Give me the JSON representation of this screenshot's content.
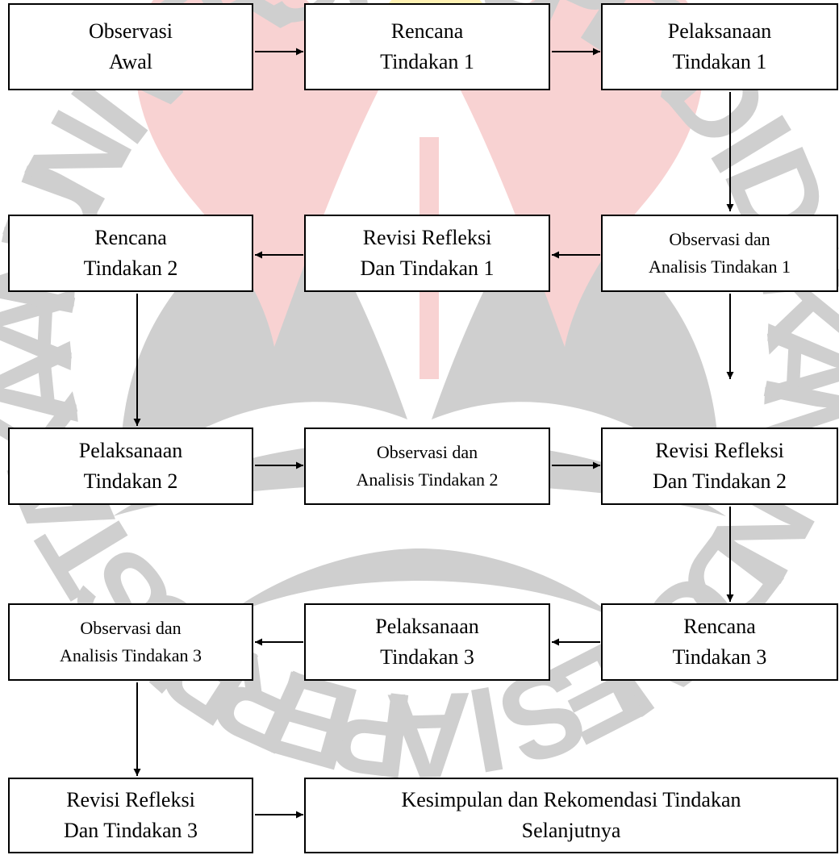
{
  "colors": {
    "box_border": "#000000",
    "box_fill": "#ffffff",
    "arrow": "#000000",
    "watermark_red": "#f8d2d2",
    "watermark_yellow": "#fff1b3",
    "watermark_gray": "#cfcfcf"
  },
  "watermark": {
    "letters": [
      "U",
      "N",
      "I",
      "V",
      "E",
      "R",
      "S",
      "I",
      "T",
      "A",
      "S",
      "P",
      "E",
      "N",
      "D",
      "I",
      "D",
      "I",
      "K",
      "A",
      "N",
      "I",
      "N",
      "D",
      "O",
      "N",
      "E",
      "S",
      "I",
      "A",
      "P",
      "E",
      "R",
      "P",
      "U",
      "S",
      "T",
      "A",
      "K",
      "A",
      "A",
      "N"
    ]
  },
  "diagram": {
    "nodes": [
      {
        "id": "observasi-awal",
        "lines": [
          "Observasi",
          "Awal"
        ]
      },
      {
        "id": "rencana-1",
        "lines": [
          "Rencana",
          "Tindakan 1"
        ]
      },
      {
        "id": "pelaksanaan-1",
        "lines": [
          "Pelaksanaan",
          "Tindakan 1"
        ]
      },
      {
        "id": "rencana-2",
        "lines": [
          "Rencana",
          "Tindakan 2"
        ]
      },
      {
        "id": "revisi-1",
        "lines": [
          "Revisi Refleksi",
          "Dan Tindakan 1"
        ]
      },
      {
        "id": "observasi-1",
        "lines": [
          "Observasi dan",
          "Analisis Tindakan 1"
        ]
      },
      {
        "id": "pelaksanaan-2",
        "lines": [
          "Pelaksanaan",
          "Tindakan 2"
        ]
      },
      {
        "id": "observasi-2",
        "lines": [
          "Observasi dan",
          "Analisis Tindakan 2"
        ]
      },
      {
        "id": "revisi-2",
        "lines": [
          "Revisi Refleksi",
          "Dan Tindakan 2"
        ]
      },
      {
        "id": "observasi-3",
        "lines": [
          "Observasi dan",
          "Analisis Tindakan 3"
        ]
      },
      {
        "id": "pelaksanaan-3",
        "lines": [
          "Pelaksanaan",
          "Tindakan 3"
        ]
      },
      {
        "id": "rencana-3",
        "lines": [
          "Rencana",
          "Tindakan 3"
        ]
      },
      {
        "id": "revisi-3",
        "lines": [
          "Revisi Refleksi",
          "Dan Tindakan 3"
        ]
      },
      {
        "id": "kesimpulan",
        "lines": [
          "Kesimpulan dan Rekomendasi Tindakan",
          "Selanjutnya"
        ]
      }
    ],
    "edges": [
      {
        "from": "observasi-awal",
        "to": "rencana-1"
      },
      {
        "from": "rencana-1",
        "to": "pelaksanaan-1"
      },
      {
        "from": "pelaksanaan-1",
        "to": "observasi-1"
      },
      {
        "from": "observasi-1",
        "to": "revisi-1"
      },
      {
        "from": "revisi-1",
        "to": "rencana-2"
      },
      {
        "from": "observasi-1",
        "to": "revisi-2"
      },
      {
        "from": "rencana-2",
        "to": "pelaksanaan-2"
      },
      {
        "from": "pelaksanaan-2",
        "to": "observasi-2"
      },
      {
        "from": "observasi-2",
        "to": "revisi-2"
      },
      {
        "from": "revisi-2",
        "to": "rencana-3"
      },
      {
        "from": "rencana-3",
        "to": "pelaksanaan-3"
      },
      {
        "from": "pelaksanaan-3",
        "to": "observasi-3"
      },
      {
        "from": "observasi-3",
        "to": "revisi-3"
      },
      {
        "from": "revisi-3",
        "to": "kesimpulan"
      }
    ]
  }
}
